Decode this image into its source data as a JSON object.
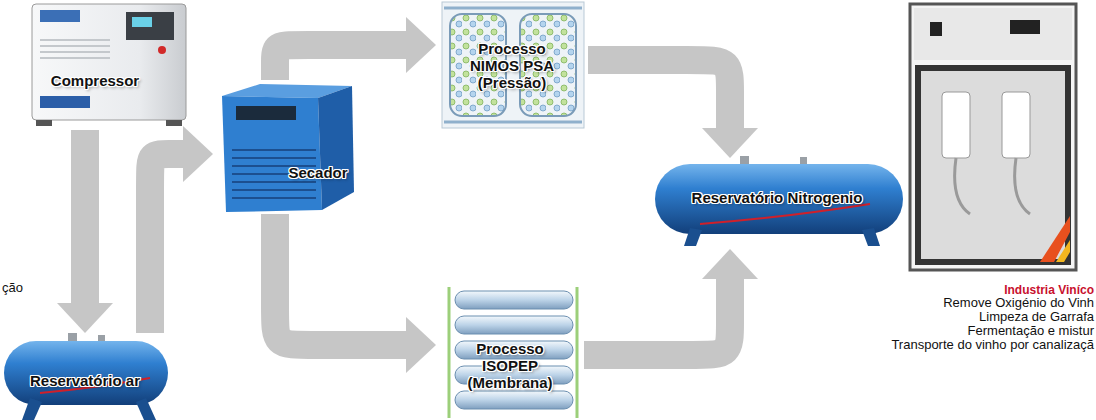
{
  "diagram": {
    "nodes": [
      {
        "text": [
          "Compressor"
        ]
      },
      {
        "text": [
          "Reservatório ar"
        ]
      },
      {
        "text": [
          "Secador"
        ]
      },
      {
        "text": [
          "Processo NIMOS PSA (Pressão)"
        ]
      },
      {
        "text": [
          "Processo ISOPEP (Membrana)"
        ]
      },
      {
        "text": [
          "Reservatório Nitrogenio"
        ]
      }
    ],
    "edges": [
      {
        "from": 0,
        "to": 1,
        "arrow": "to"
      },
      {
        "from": 1,
        "to": 2,
        "arrow": "to"
      },
      {
        "from": 2,
        "to": 3,
        "arrow": "to"
      },
      {
        "from": 2,
        "to": 4,
        "arrow": "to"
      },
      {
        "from": 3,
        "to": 5,
        "arrow": "to"
      },
      {
        "from": 4,
        "to": 5,
        "arrow": "to"
      }
    ],
    "labels": [
      "ção",
      "Industria Viníco",
      "Remove Oxigénio do Vinh",
      "Limpeza de Garrafa",
      "Fermentação e mistur",
      "Transporte do vinho por canalizaçã"
    ]
  }
}
